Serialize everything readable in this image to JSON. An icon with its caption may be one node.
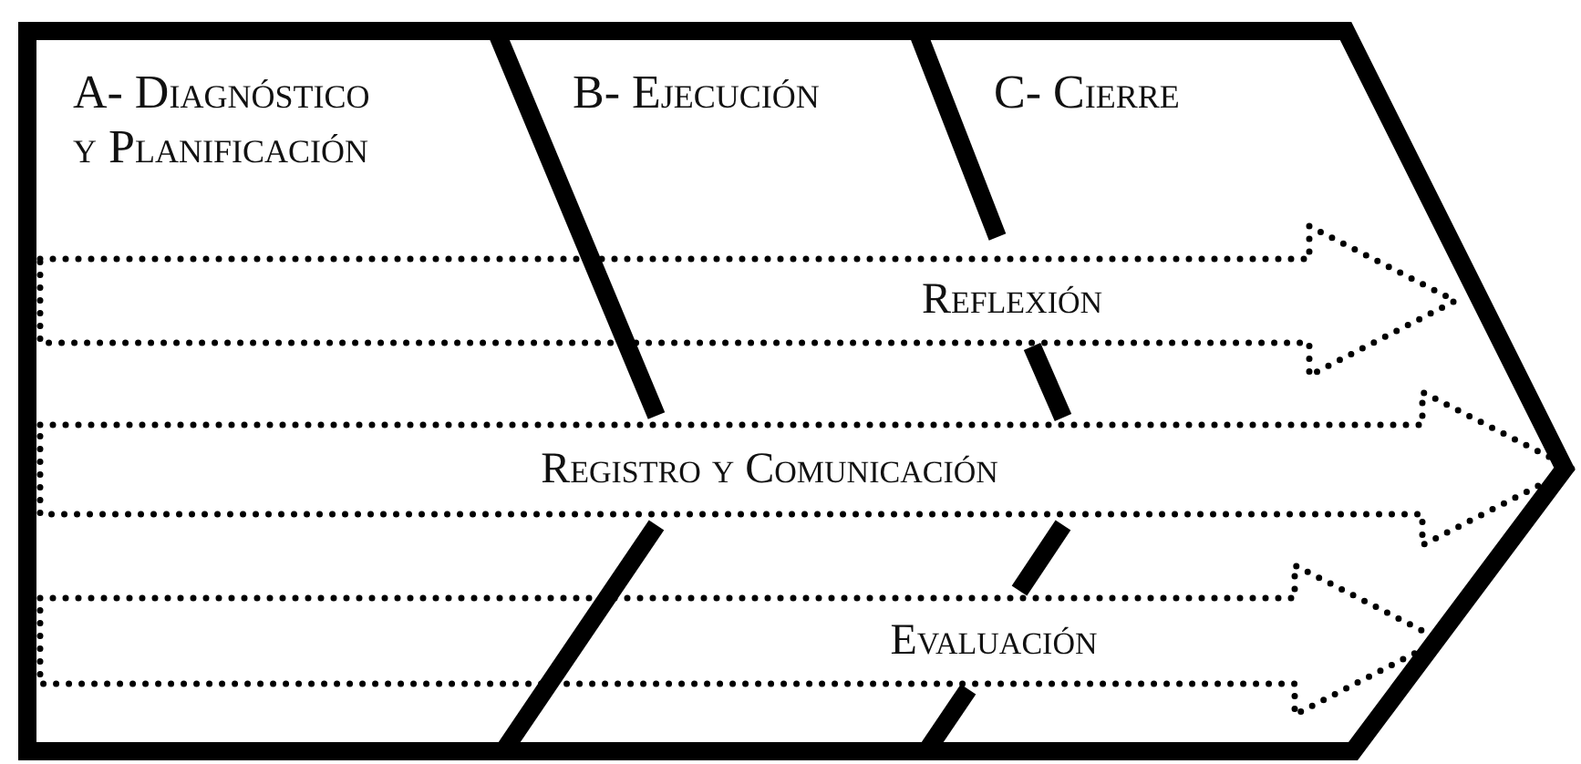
{
  "diagram": {
    "nodes": [
      {
        "text": [
          "A- Diagnóstico y Planificación"
        ]
      },
      {
        "text": [
          "B- Ejecución"
        ]
      },
      {
        "text": [
          "C- Cierre"
        ]
      },
      {
        "text": [
          "Reflexión"
        ]
      },
      {
        "text": [
          "Registro y Comunicación"
        ]
      },
      {
        "text": [
          "Evaluación"
        ]
      }
    ]
  }
}
